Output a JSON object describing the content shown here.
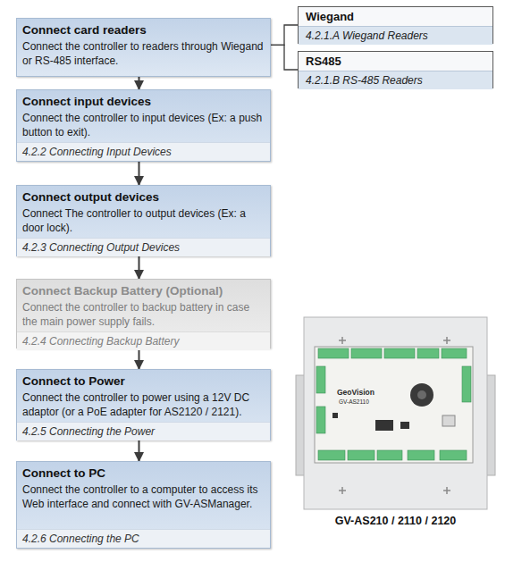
{
  "diagram": {
    "caption": "GV-AS210 / 2110 / 2120",
    "nodes": [
      {
        "text": [
          "Connect card readers",
          "Connect the controller to readers through Wiegand or RS-485 interface."
        ]
      },
      {
        "text": [
          "Wiegand",
          "4.2.1.A Wiegand Readers"
        ]
      },
      {
        "text": [
          "RS485",
          "4.2.1.B RS-485 Readers"
        ]
      },
      {
        "text": [
          "Connect input devices",
          "Connect the controller to input devices (Ex: a push button to exit).",
          "4.2.2 Connecting Input Devices"
        ]
      },
      {
        "text": [
          "Connect output devices",
          "Connect The controller to output devices (Ex: a door lock).",
          "4.2.3 Connecting Output Devices"
        ]
      },
      {
        "text": [
          "Connect Backup Battery (Optional)",
          "Connect the controller to backup battery in case the main power supply fails.",
          "4.2.4 Connecting Backup Battery"
        ]
      },
      {
        "text": [
          "Connect to Power",
          "Connect the controller to power using a 12V DC adaptor (or a PoE adapter for AS2120 / 2121).",
          "4.2.5 Connecting the Power"
        ]
      },
      {
        "text": [
          "Connect to PC",
          "Connect the controller to a computer to access its Web interface and connect with GV-ASManager.",
          "4.2.6 Connecting the PC"
        ]
      }
    ],
    "edges": [
      {
        "from": 0,
        "to": 1,
        "arrow": "none"
      },
      {
        "from": 0,
        "to": 2,
        "arrow": "none"
      },
      {
        "from": 0,
        "to": 3,
        "arrow": "to"
      },
      {
        "from": 3,
        "to": 4,
        "arrow": "to"
      },
      {
        "from": 4,
        "to": 5,
        "arrow": "to"
      },
      {
        "from": 5,
        "to": 6,
        "arrow": "to"
      },
      {
        "from": 6,
        "to": 7,
        "arrow": "to"
      }
    ],
    "labels": [
      "GeoVision",
      "GV-AS2110"
    ]
  }
}
